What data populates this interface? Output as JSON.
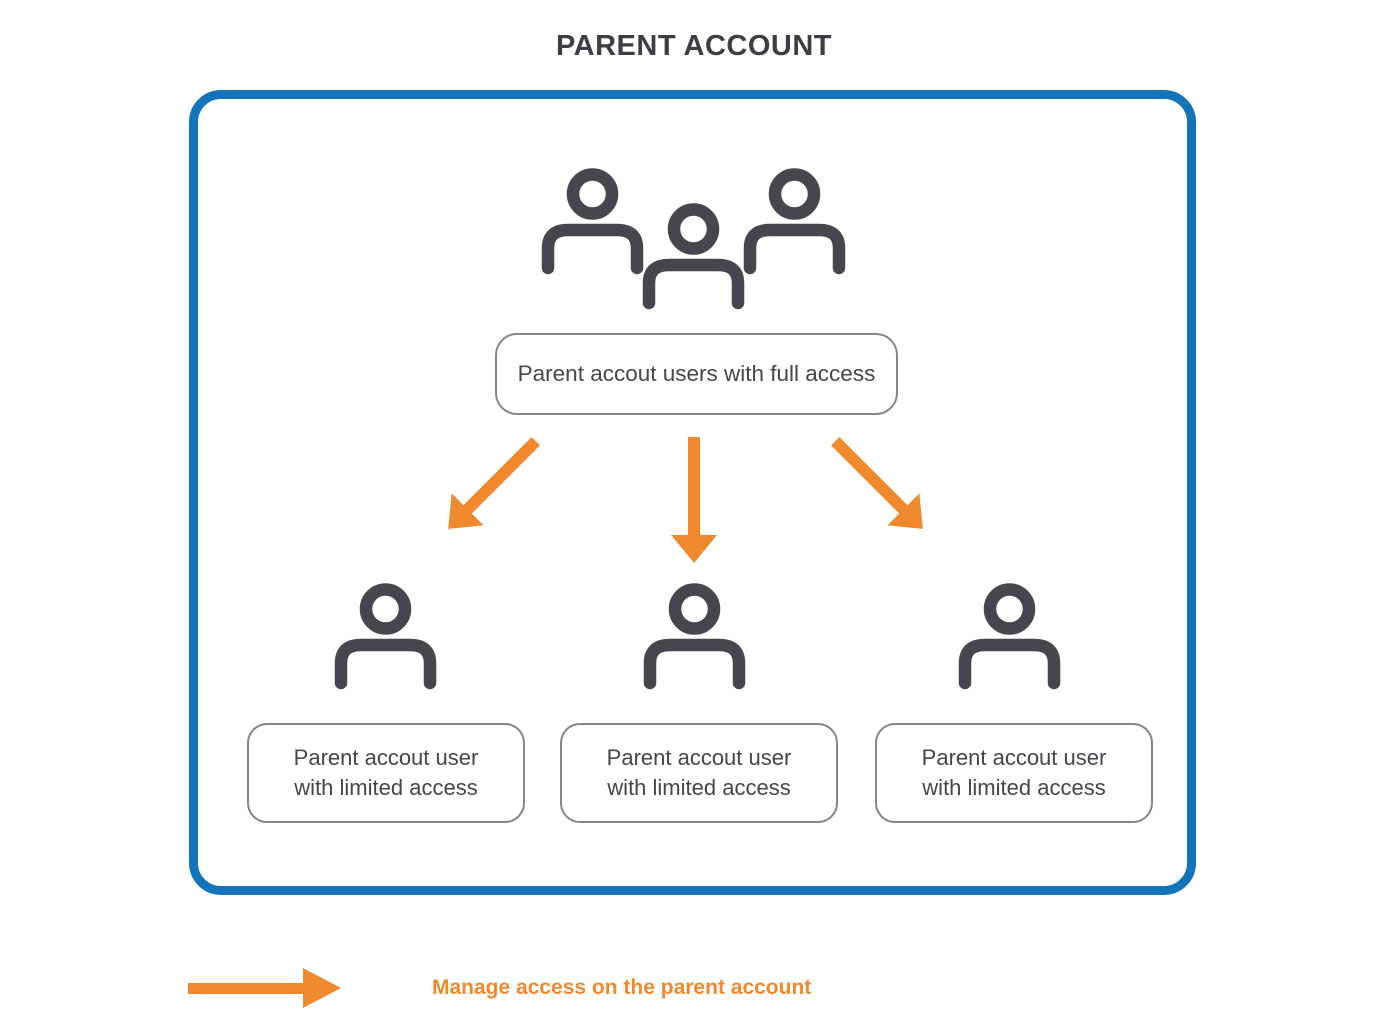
{
  "title": "PARENT ACCOUNT",
  "colors": {
    "accent_orange": "#F0892E",
    "frame_blue": "#1474BB",
    "icon_dark_gray": "#46464E",
    "box_border_gray": "#84848C",
    "text_dark": "#45454C"
  },
  "full_access_group": {
    "icon": "people-group-icon",
    "label": "Parent accout users with full access"
  },
  "limited_users": [
    {
      "icon": "person-icon",
      "line1": "Parent accout user",
      "line2": "with limited access"
    },
    {
      "icon": "person-icon",
      "line1": "Parent accout user",
      "line2": "with limited access"
    },
    {
      "icon": "person-icon",
      "line1": "Parent accout user",
      "line2": "with limited access"
    }
  ],
  "arrows": [
    {
      "icon": "arrow-down-left-icon"
    },
    {
      "icon": "arrow-down-icon"
    },
    {
      "icon": "arrow-down-right-icon"
    }
  ],
  "legend": {
    "icon": "arrow-right-icon",
    "label": "Manage access on the parent account"
  }
}
